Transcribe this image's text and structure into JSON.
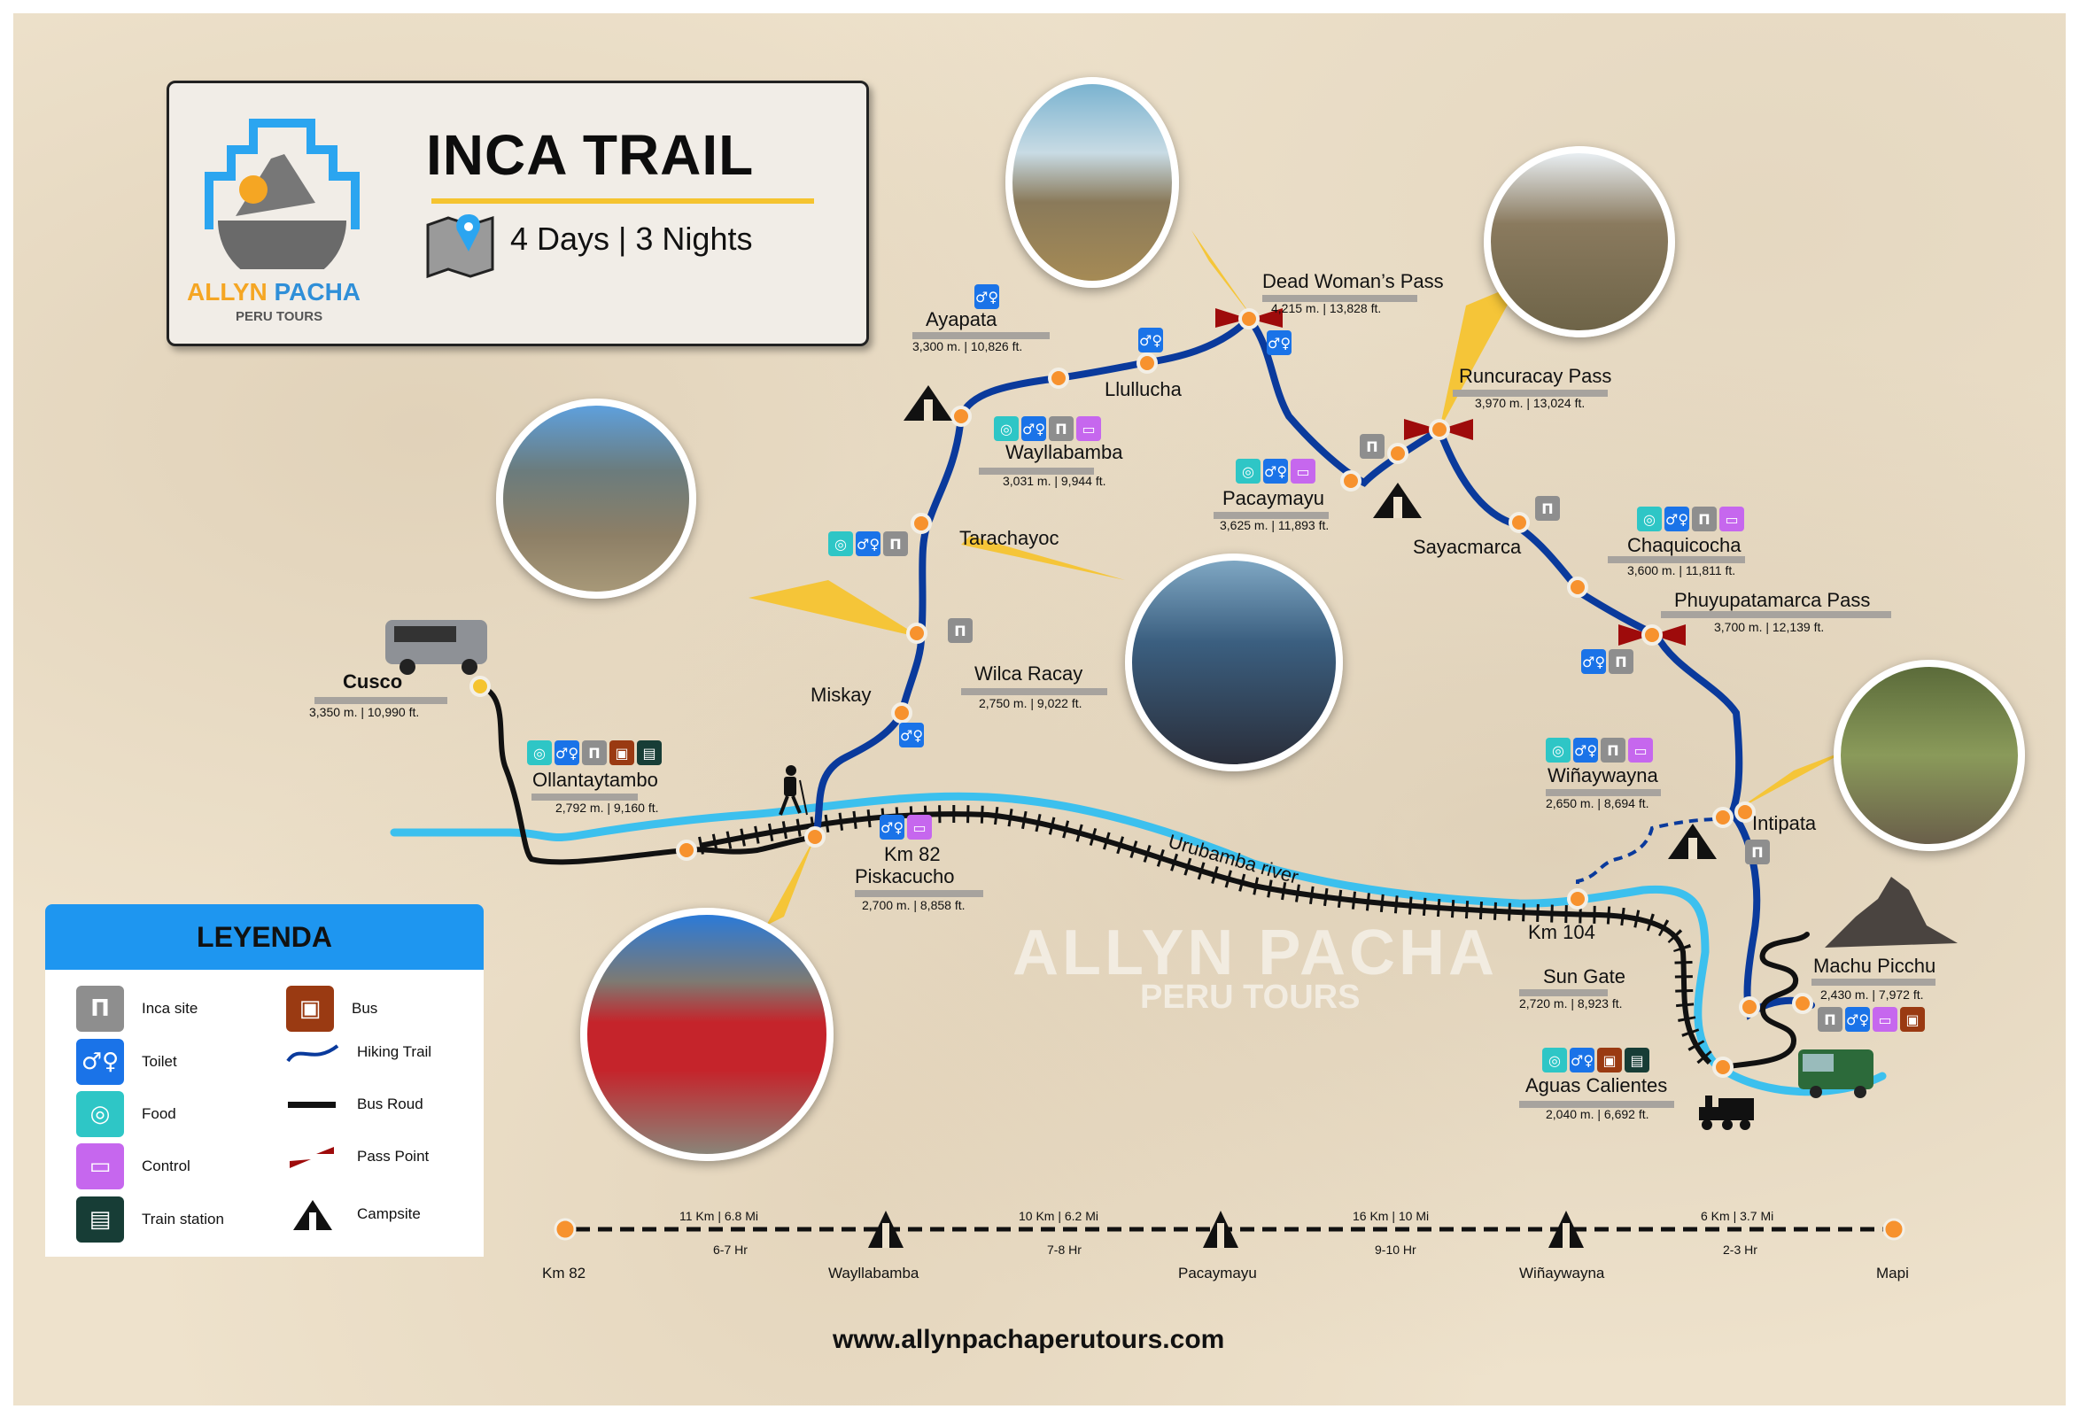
{
  "header": {
    "title": "INCA TRAIL",
    "subtitle": "4 Days | 3 Nights",
    "brand_line1_a": "ALLYN",
    "brand_line1_b": "PACHA",
    "brand_line2": "PERU TOURS"
  },
  "colors": {
    "trail": "#0a3a9c",
    "river": "#3cc0ee",
    "bus_road": "#111111",
    "stop_dot": "#f7922e",
    "pass_point": "#9e0b0b",
    "accent_yellow": "#f5c430",
    "legend_header": "#1e96f0"
  },
  "locations": [
    {
      "name": "Cusco",
      "elevation": "3,350 m. | 10,990 ft.",
      "services": []
    },
    {
      "name": "Ollantaytambo",
      "elevation": "2,792 m. | 9,160 ft.",
      "services": [
        "food",
        "toilet",
        "inca-site",
        "bus",
        "train"
      ]
    },
    {
      "name": "Km 82",
      "name2": "Piskacucho",
      "elevation": "2,700 m. | 8,858 ft.",
      "services": [
        "toilet",
        "control"
      ]
    },
    {
      "name": "Miskay",
      "elevation": "",
      "services": [
        "toilet"
      ]
    },
    {
      "name": "Wilca Racay",
      "elevation": "2,750 m. | 9,022 ft.",
      "services": [
        "inca-site"
      ]
    },
    {
      "name": "Tarachayoc",
      "elevation": "",
      "services": [
        "food",
        "toilet",
        "inca-site"
      ]
    },
    {
      "name": "Wayllabamba",
      "elevation": "3,031 m. | 9,944 ft.",
      "services": [
        "food",
        "toilet",
        "inca-site",
        "control"
      ]
    },
    {
      "name": "Ayapata",
      "elevation": "3,300 m. | 10,826 ft.",
      "services": [
        "toilet"
      ]
    },
    {
      "name": "Llullucha",
      "elevation": "",
      "services": [
        "toilet"
      ]
    },
    {
      "name": "Dead Woman’s Pass",
      "elevation": "4,215 m. | 13,828 ft.",
      "services": [
        "toilet"
      ]
    },
    {
      "name": "Pacaymayu",
      "elevation": "3,625 m. | 11,893 ft.",
      "services": [
        "food",
        "toilet",
        "control"
      ]
    },
    {
      "name": "Runcuracay Pass",
      "elevation": "3,970 m. | 13,024 ft.",
      "services": [
        "inca-site"
      ]
    },
    {
      "name": "Sayacmarca",
      "elevation": "",
      "services": [
        "inca-site"
      ]
    },
    {
      "name": "Chaquicocha",
      "elevation": "3,600 m. | 11,811 ft.",
      "services": [
        "food",
        "toilet",
        "inca-site",
        "control"
      ]
    },
    {
      "name": "Phuyupatamarca Pass",
      "elevation": "3,700 m. | 12,139 ft.",
      "services": [
        "toilet",
        "inca-site"
      ]
    },
    {
      "name": "Wiñaywayna",
      "elevation": "2,650 m. | 8,694 ft.",
      "services": [
        "food",
        "toilet",
        "inca-site",
        "control"
      ]
    },
    {
      "name": "Intipata",
      "elevation": "",
      "services": [
        "inca-site"
      ]
    },
    {
      "name": "Km 104",
      "elevation": "",
      "services": []
    },
    {
      "name": "Sun Gate",
      "elevation": "2,720 m. | 8,923 ft.",
      "services": []
    },
    {
      "name": "Machu Picchu",
      "elevation": "2,430 m. | 7,972 ft.",
      "services": [
        "inca-site",
        "toilet",
        "control",
        "bus"
      ]
    },
    {
      "name": "Aguas Calientes",
      "elevation": "2,040 m. | 6,692 ft.",
      "services": [
        "food",
        "toilet",
        "bus",
        "train"
      ]
    }
  ],
  "river_label": "Urubamba  river",
  "legend": {
    "title": "LEYENDA",
    "items": [
      {
        "icon": "inca-site",
        "label": "Inca site"
      },
      {
        "icon": "toilet",
        "label": "Toilet"
      },
      {
        "icon": "food",
        "label": "Food"
      },
      {
        "icon": "control",
        "label": "Control"
      },
      {
        "icon": "train",
        "label": "Train station"
      },
      {
        "icon": "bus",
        "label": "Bus"
      },
      {
        "icon": "hiking-trail",
        "label": "Hiking Trail"
      },
      {
        "icon": "bus-road",
        "label": "Bus Roud"
      },
      {
        "icon": "pass-point",
        "label": "Pass Point"
      },
      {
        "icon": "campsite",
        "label": "Campsite"
      }
    ]
  },
  "timeline": {
    "stops": [
      "Km 82",
      "Wayllabamba",
      "Pacaymayu",
      "Wiñaywayna",
      "Mapi"
    ],
    "segments": [
      {
        "distance": "11 Km | 6.8 Mi",
        "duration": "6-7 Hr"
      },
      {
        "distance": "10 Km | 6.2 Mi",
        "duration": "7-8 Hr"
      },
      {
        "distance": "16 Km | 10 Mi",
        "duration": "9-10 Hr"
      },
      {
        "distance": "6 Km | 3.7 Mi",
        "duration": "2-3 Hr"
      }
    ]
  },
  "watermark": {
    "line1": "ALLYN PACHA",
    "line2": "PERU TOURS"
  },
  "footer": {
    "url": "www.allynpachaperutours.com"
  }
}
